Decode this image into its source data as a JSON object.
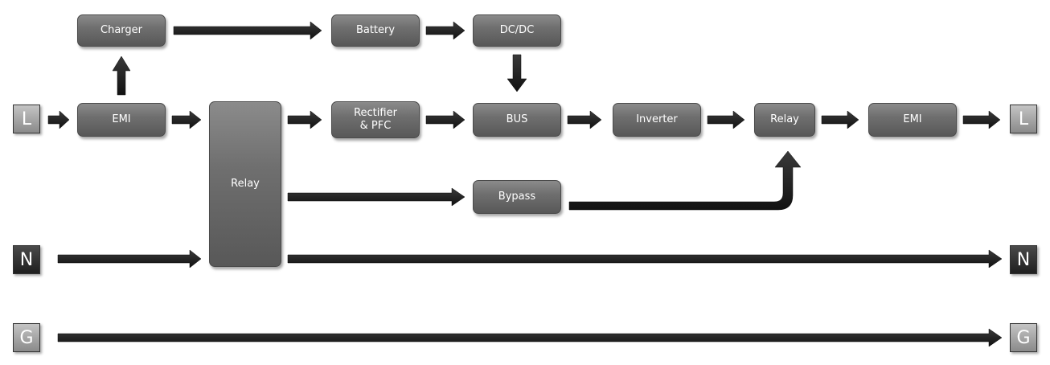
{
  "blocks": {
    "charger": "Charger",
    "battery": "Battery",
    "dcdc": "DC/DC",
    "emi_in": "EMI",
    "relay_main": "Relay",
    "rectifier": "Rectifier\n& PFC",
    "bus": "BUS",
    "inverter": "Inverter",
    "relay_out": "Relay",
    "emi_out": "EMI",
    "bypass": "Bypass"
  },
  "terminals": {
    "l_in": "L",
    "l_out": "L",
    "n_in": "N",
    "n_out": "N",
    "g_in": "G",
    "g_out": "G"
  },
  "colors": {
    "block_fill": "#6f6f6f",
    "arrow": "#1e1e1e",
    "terminal_light": "#a8a8a8",
    "terminal_dark": "#2a2a2a"
  }
}
